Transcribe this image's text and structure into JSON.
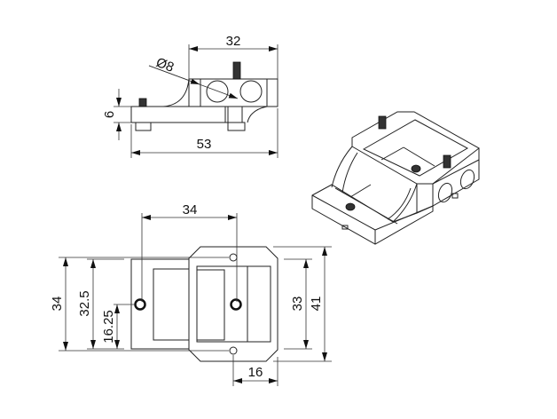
{
  "side_view": {
    "dim_top_width": "32",
    "dim_hole_diameter": "Ø8",
    "dim_base_thickness": "6",
    "dim_total_length": "53"
  },
  "top_view": {
    "dim_hole_spacing": "34",
    "dim_left_height_outer": "34",
    "dim_left_height_inner": "32.5",
    "dim_hole_offset": "16.25",
    "dim_inner_height": "33",
    "dim_outer_height": "41",
    "dim_right_offset": "16"
  },
  "colors": {
    "line": "#222222",
    "background": "#ffffff"
  }
}
